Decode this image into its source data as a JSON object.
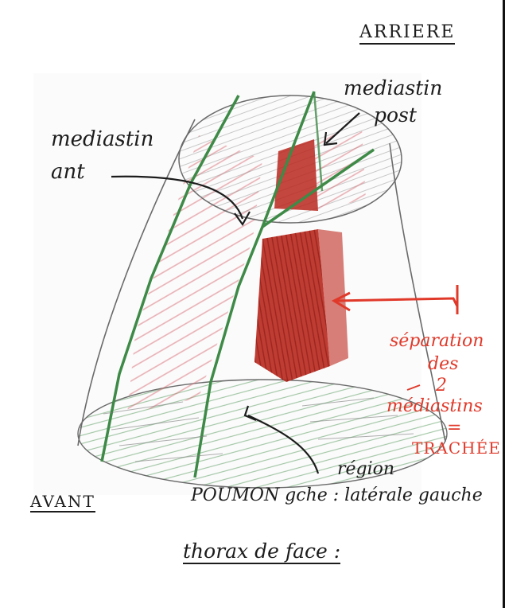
{
  "labels": {
    "arriere": "ARRIERE",
    "mediastin_post_line1": "mediastin",
    "mediastin_post_line2": "post",
    "mediastin_ant_line1": "mediastin",
    "mediastin_ant_line2": "ant",
    "separation_line1": "séparation",
    "separation_line2": "des",
    "separation_line3": "2",
    "separation_line4": "médiastins",
    "separation_line5": "=",
    "separation_line6": "TRACHÉE",
    "region_line1": "région",
    "region_line2": "POUMON gche : latérale gauche",
    "avant": "AVANT",
    "caption": "thorax de face :"
  },
  "colors": {
    "pencil": "#5a5a5a",
    "green": "#3e8a47",
    "red_fill": "#b8271d",
    "red_ink": "#e0392a",
    "ink": "#1c1c1c"
  }
}
